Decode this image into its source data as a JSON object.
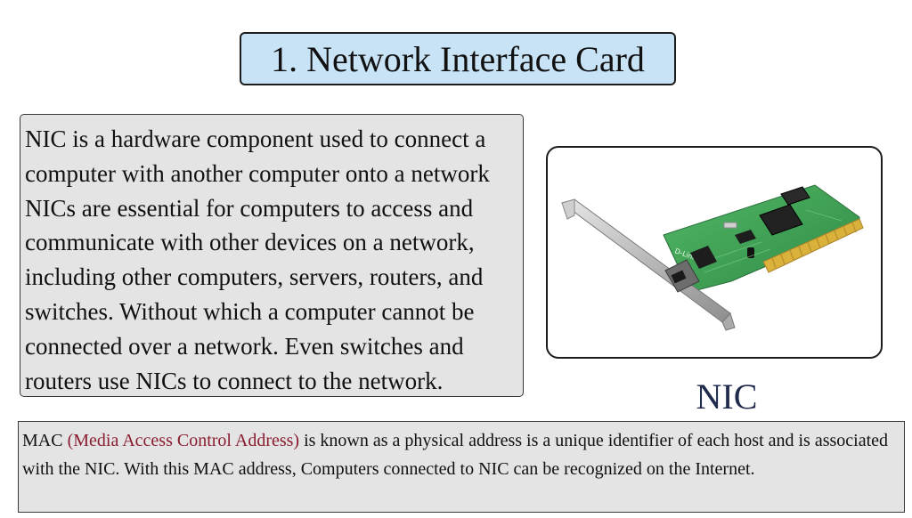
{
  "title": "1. Network Interface Card",
  "description": "NIC is a hardware component used to connect a computer with another computer onto a network NICs are essential for computers to access and communicate with other devices on a network, including other computers, servers, routers, and switches. Without which a computer cannot be connected over a network. Even switches and routers use NICs to connect to the network.",
  "image": {
    "caption": "NIC",
    "board_label": "D-Link"
  },
  "mac_note": {
    "term": "MAC",
    "highlight": "(Media Access Control Address)",
    "text": "is known as a physical address is a unique identifier of each host and is associated with the NIC. With this MAC address, Computers connected to NIC can be recognized on the Internet."
  },
  "colors": {
    "title_bg": "#c9e3f6",
    "box_bg": "#e4e4e4",
    "highlight": "#8a1c2f",
    "caption": "#1f2a4d",
    "pcb_green": "#3d9a52"
  }
}
